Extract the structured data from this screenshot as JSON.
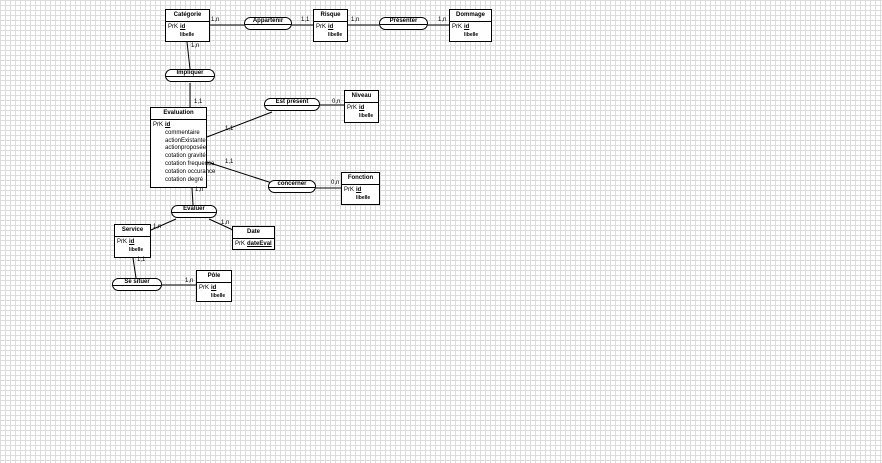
{
  "entities": {
    "categorie": {
      "name": "Catégorie",
      "pk_label": "PrK",
      "pk": "id",
      "attrs": [
        "libelle"
      ]
    },
    "risque": {
      "name": "Risque",
      "pk_label": "PrK",
      "pk": "id",
      "attrs": [
        "libelle"
      ]
    },
    "dommage": {
      "name": "Dommage",
      "pk_label": "PrK",
      "pk": "id",
      "attrs": [
        "libelle"
      ]
    },
    "niveau": {
      "name": "Niveau",
      "pk_label": "PrK",
      "pk": "id",
      "attrs": [
        "libelle"
      ]
    },
    "evaluation": {
      "name": "Evaluation",
      "pk_label": "PrK",
      "pk": "id",
      "attrs": [
        "commentaire",
        "actionExistante",
        "actionproposée",
        "cotation gravité",
        "cotation frequence",
        "cotation occurance",
        "cotation degré"
      ]
    },
    "fonction": {
      "name": "Fonction",
      "pk_label": "PrK",
      "pk": "id",
      "attrs": [
        "libelle"
      ]
    },
    "service": {
      "name": "Service",
      "pk_label": "PrK",
      "pk": "id",
      "attrs": [
        "libelle"
      ]
    },
    "date": {
      "name": "Date",
      "pk_label": "PrK",
      "pk": "dateEval",
      "attrs": []
    },
    "pole": {
      "name": "Pôle",
      "pk_label": "PrK",
      "pk": "id",
      "attrs": [
        "libelle"
      ]
    }
  },
  "associations": {
    "appartenir": "Appartenir",
    "presenter": "Présenter",
    "impliquer": "Impliquer",
    "est_present": "Est présent",
    "concerner": "concerner",
    "evaluer": "Evaluer",
    "se_situer": "Se situer"
  },
  "cardinalities": {
    "cat_app": "1,n",
    "risq_app": "1,1",
    "risq_pres": "1,n",
    "dom_pres": "1,n",
    "cat_imp": "1,n",
    "eval_imp": "1,1",
    "eval_est": "1,1",
    "niv_est": "0,n",
    "eval_conc": "1,1",
    "fonc_conc": "0,n",
    "eval_evaluer": "1,n",
    "serv_evaluer": "1,n",
    "date_evaluer": "1,n",
    "serv_sit": "1,1",
    "pole_sit": "1,n"
  }
}
